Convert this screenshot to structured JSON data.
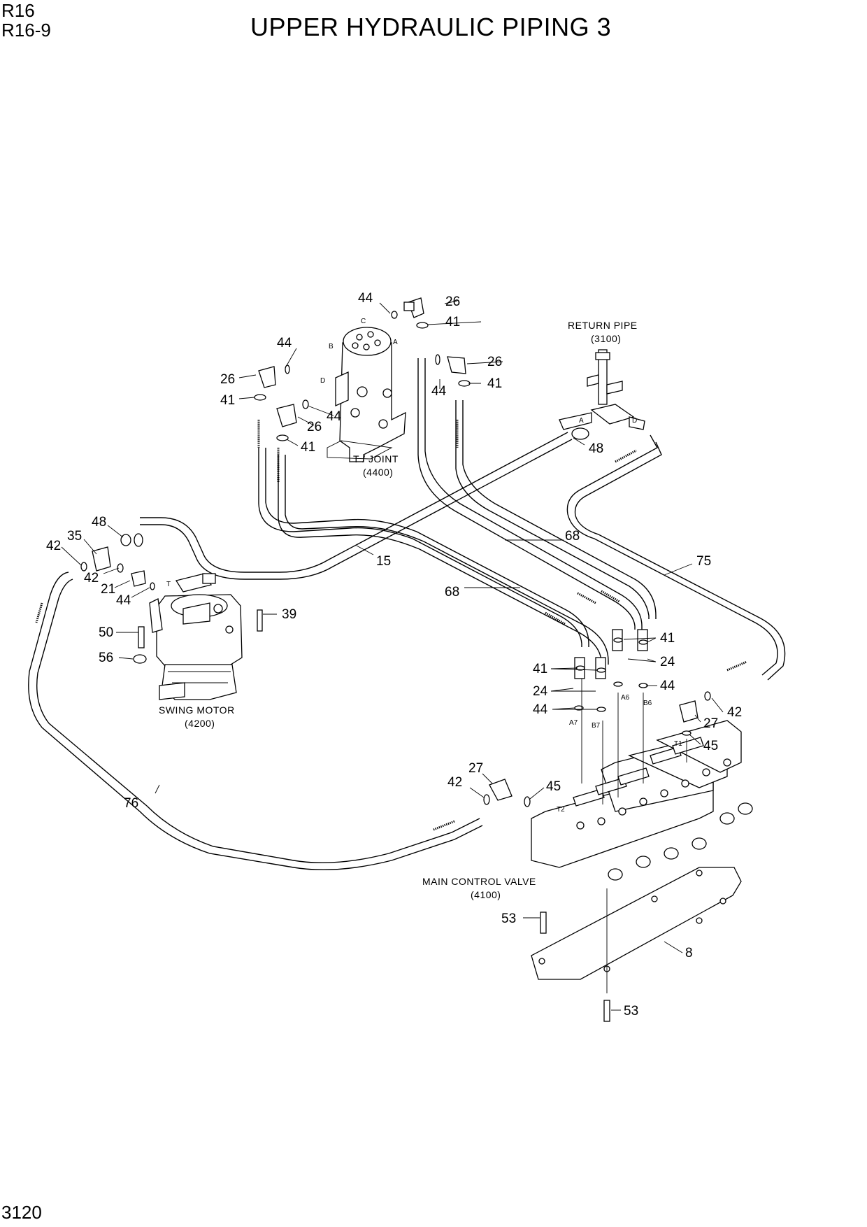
{
  "header": {
    "model": "R16",
    "section": "R16-9",
    "title": "UPPER HYDRAULIC PIPING 3",
    "page_number": "3120"
  },
  "components": {
    "t_joint": {
      "name": "T / JOINT",
      "code": "(4400)"
    },
    "return_pipe": {
      "name": "RETURN PIPE",
      "code": "(3100)"
    },
    "swing_motor": {
      "name": "SWING MOTOR",
      "code": "(4200)"
    },
    "main_control_valve": {
      "name": "MAIN CONTROL VALVE",
      "code": "(4100)"
    }
  },
  "ports": {
    "tj_c": "C",
    "tj_b": "B",
    "tj_a": "A",
    "tj_d": "D",
    "rp_a": "A",
    "rp_d": "D",
    "sm_t": "T",
    "a7": "A7",
    "b7": "B7",
    "a6": "A6",
    "b6": "B6",
    "t1": "T1",
    "t2": "T2"
  },
  "callouts": {
    "c44a": "44",
    "c26a": "26",
    "c41a": "41",
    "c44b": "44",
    "c26b": "26",
    "c41b": "41",
    "c26c": "26",
    "c44c": "44",
    "c41c": "41",
    "c44d": "44",
    "c26d": "26",
    "c41d": "41",
    "c48a": "48",
    "c48b": "48",
    "c35": "35",
    "c42a": "42",
    "c42b": "42",
    "c21": "21",
    "c44e": "44",
    "c15": "15",
    "c68a": "68",
    "c68b": "68",
    "c75": "75",
    "c39": "39",
    "c50": "50",
    "c56": "56",
    "c41e": "41",
    "c24a": "24",
    "c44f": "44",
    "c41f": "41",
    "c24b": "24",
    "c44g": "44",
    "c42c": "42",
    "c27a": "27",
    "c45a": "45",
    "c42d": "42",
    "c27b": "27",
    "c45b": "45",
    "c76": "76",
    "c53a": "53",
    "c8": "8",
    "c53b": "53"
  }
}
